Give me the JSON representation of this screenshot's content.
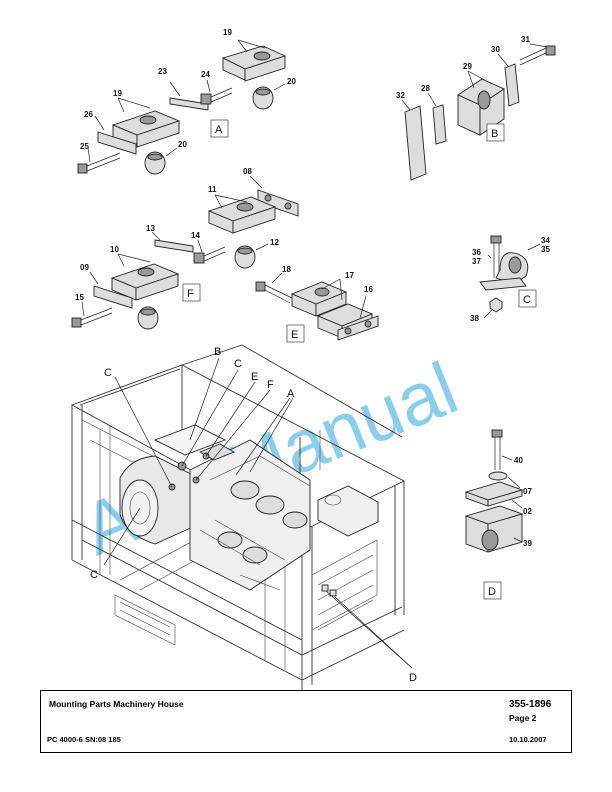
{
  "watermark": "AutoManual",
  "title_block": {
    "title": "Mounting Parts Machinery House",
    "part_number": "355-1896",
    "page": "Page 2",
    "model": "PC 4000-6 SN:08 185",
    "date": "10.10.2007"
  },
  "group_labels": {
    "A": "A",
    "B": "B",
    "C": "C",
    "D": "D",
    "E": "E",
    "F": "F"
  },
  "part_numbers": {
    "p19a": "19",
    "p20a": "20",
    "p23": "23",
    "p24": "24",
    "p19b": "19",
    "p26": "26",
    "p25": "25",
    "p20b": "20",
    "p31": "31",
    "p30": "30",
    "p29": "29",
    "p28": "28",
    "p32": "32",
    "p08": "08",
    "p11": "11",
    "p13": "13",
    "p14": "14",
    "p12": "12",
    "p10": "10",
    "p09": "09",
    "p15": "15",
    "p18": "18",
    "p17": "17",
    "p16": "16",
    "p36_37": "36\n37",
    "p36": "36",
    "p37": "37",
    "p34": "34",
    "p35": "35",
    "p38": "38",
    "p40": "40",
    "p07": "07",
    "p02": "02",
    "p39": "39"
  },
  "callouts": {
    "B": "B",
    "C1": "C",
    "C2": "C",
    "C3": "C",
    "E": "E",
    "F": "F",
    "A": "A",
    "D": "D"
  }
}
